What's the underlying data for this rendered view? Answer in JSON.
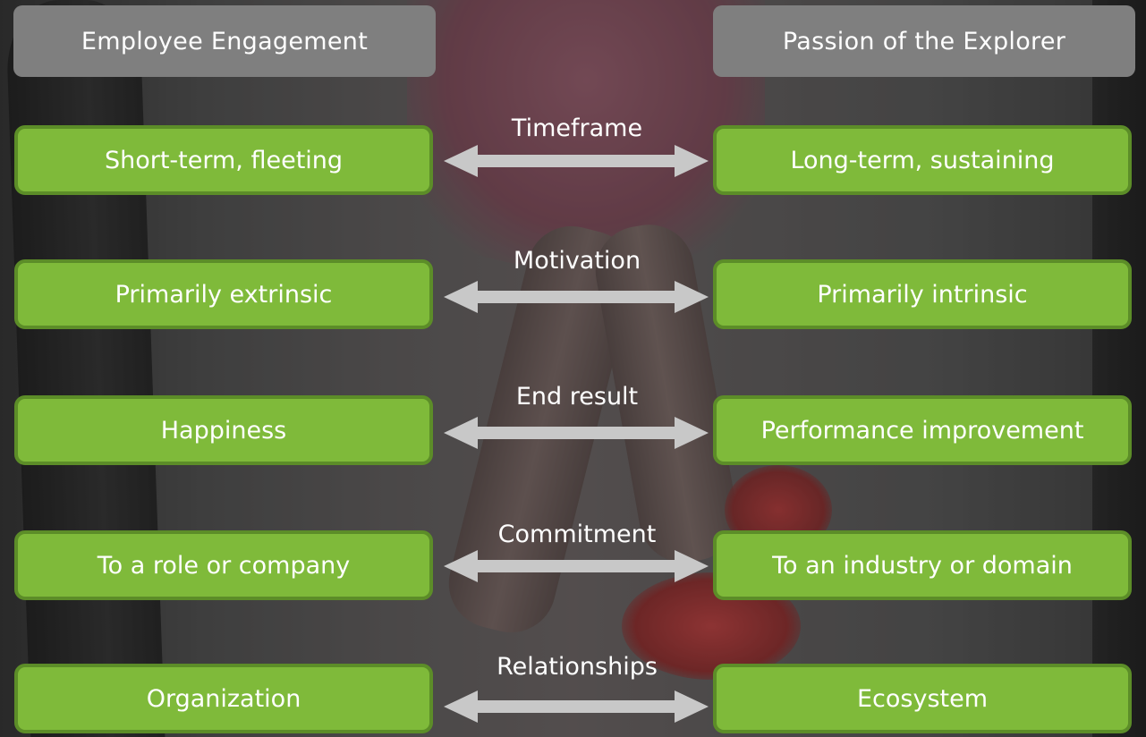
{
  "headers": {
    "left": "Employee Engagement",
    "right": "Passion of the Explorer"
  },
  "rows": [
    {
      "label": "Timeframe",
      "left": "Short-term, fleeting",
      "right": "Long-term, sustaining"
    },
    {
      "label": "Motivation",
      "left": "Primarily extrinsic",
      "right": "Primarily intrinsic"
    },
    {
      "label": "End result",
      "left": "Happiness",
      "right": "Performance improvement"
    },
    {
      "label": "Commitment",
      "left": "To a role or company",
      "right": "To an industry or domain"
    },
    {
      "label": "Relationships",
      "left": "Organization",
      "right": "Ecosystem"
    }
  ],
  "colors": {
    "header_bg": "#7f7f7f",
    "box_fill": "#7fba3a",
    "box_border": "#5c8d28",
    "arrow": "#c8c8c8",
    "text": "#ffffff"
  },
  "icons": {
    "connector": "double-headed-arrow-icon"
  }
}
